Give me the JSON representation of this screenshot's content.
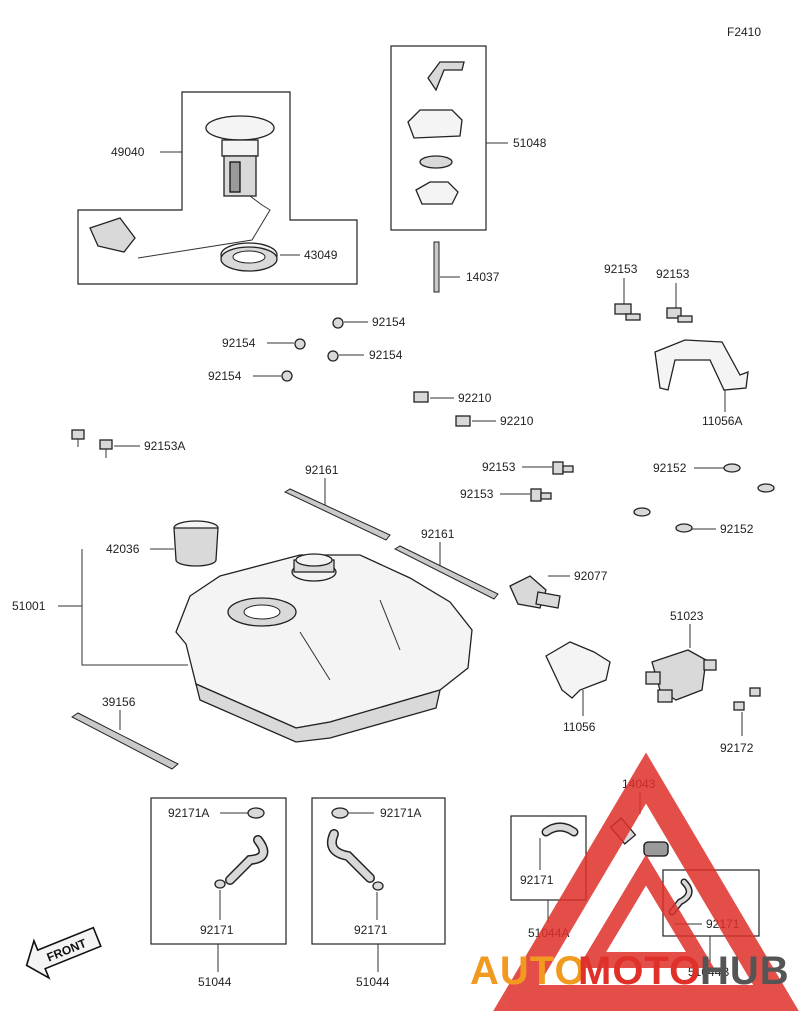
{
  "diagram_code": "F2410",
  "parts": {
    "p49040": "49040",
    "p43049": "43049",
    "p51048": "51048",
    "p14037": "14037",
    "p92153_a": "92153",
    "p92153_b": "92153",
    "p11056A": "11056A",
    "p92154_a": "92154",
    "p92154_b": "92154",
    "p92154_c": "92154",
    "p92154_d": "92154",
    "p92210_a": "92210",
    "p92210_b": "92210",
    "p92153A": "92153A",
    "p92161_a": "92161",
    "p92161_b": "92161",
    "p92153_c": "92153",
    "p92153_d": "92153",
    "p92152_a": "92152",
    "p92152_b": "92152",
    "p42036": "42036",
    "p51001": "51001",
    "p92077": "92077",
    "p51023": "51023",
    "p11056": "11056",
    "p92172": "92172",
    "p39156": "39156",
    "p14043": "14043",
    "p92171A_a": "92171A",
    "p92171A_b": "92171A",
    "p92171_a": "92171",
    "p92171_b": "92171",
    "p92171_c": "92171",
    "p92171_d": "92171",
    "p51044_a": "51044",
    "p51044_b": "51044",
    "p51044A": "51044A",
    "p51044B": "51044B"
  },
  "front_label": "FRONT",
  "watermark": {
    "text_part1": "AUTO",
    "text_part2": "MOTO",
    "text_part3": "HUB",
    "color_red": "#e0302a",
    "color_orange": "#f29a1f",
    "color_gray": "#555555"
  }
}
